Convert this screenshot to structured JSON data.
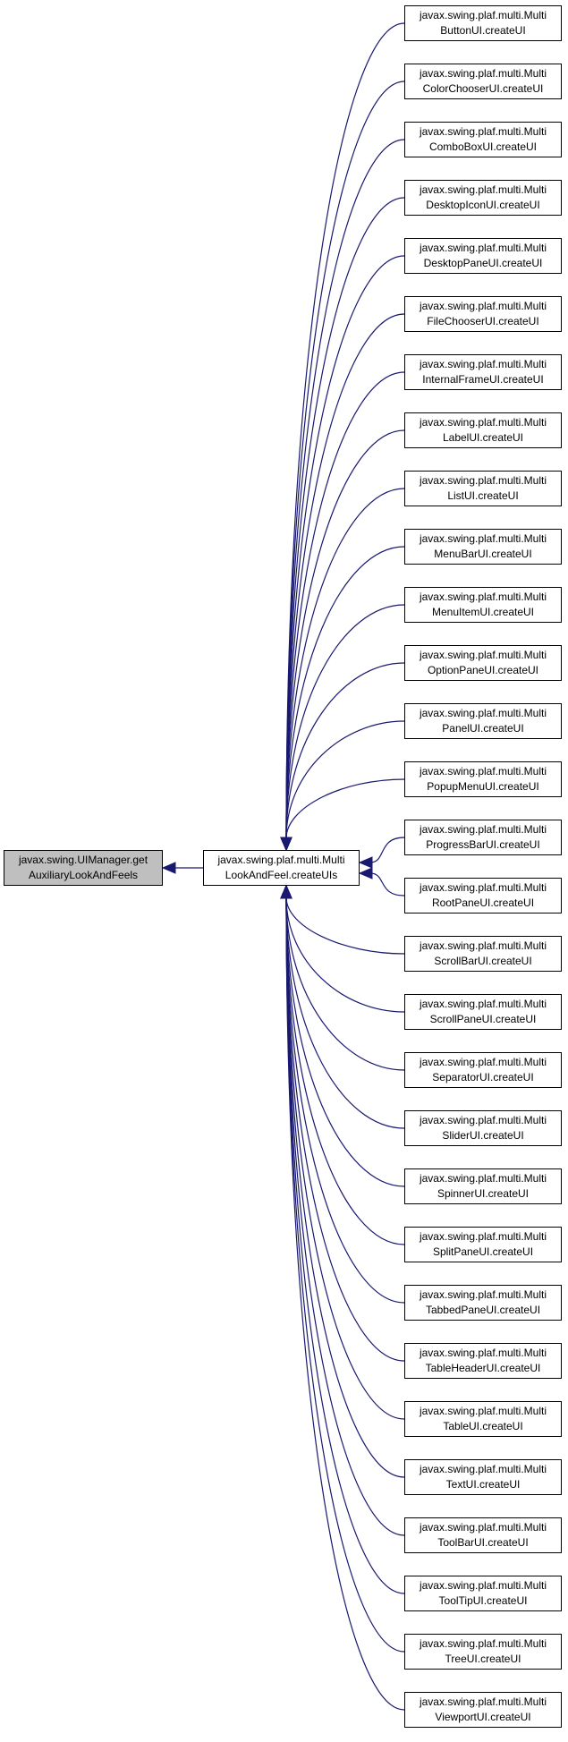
{
  "colors": {
    "edge": "#191970",
    "node_border": "#000000",
    "highlight_fill": "#bfbfbf"
  },
  "graph": {
    "focus": {
      "line1": "javax.swing.UIManager.get",
      "line2": "AuxiliaryLookAndFeels"
    },
    "center": {
      "line1": "javax.swing.plaf.multi.Multi",
      "line2": "LookAndFeel.createUIs"
    },
    "callers": [
      {
        "line1": "javax.swing.plaf.multi.Multi",
        "line2": "ButtonUI.createUI"
      },
      {
        "line1": "javax.swing.plaf.multi.Multi",
        "line2": "ColorChooserUI.createUI"
      },
      {
        "line1": "javax.swing.plaf.multi.Multi",
        "line2": "ComboBoxUI.createUI"
      },
      {
        "line1": "javax.swing.plaf.multi.Multi",
        "line2": "DesktopIconUI.createUI"
      },
      {
        "line1": "javax.swing.plaf.multi.Multi",
        "line2": "DesktopPaneUI.createUI"
      },
      {
        "line1": "javax.swing.plaf.multi.Multi",
        "line2": "FileChooserUI.createUI"
      },
      {
        "line1": "javax.swing.plaf.multi.Multi",
        "line2": "InternalFrameUI.createUI"
      },
      {
        "line1": "javax.swing.plaf.multi.Multi",
        "line2": "LabelUI.createUI"
      },
      {
        "line1": "javax.swing.plaf.multi.Multi",
        "line2": "ListUI.createUI"
      },
      {
        "line1": "javax.swing.plaf.multi.Multi",
        "line2": "MenuBarUI.createUI"
      },
      {
        "line1": "javax.swing.plaf.multi.Multi",
        "line2": "MenuItemUI.createUI"
      },
      {
        "line1": "javax.swing.plaf.multi.Multi",
        "line2": "OptionPaneUI.createUI"
      },
      {
        "line1": "javax.swing.plaf.multi.Multi",
        "line2": "PanelUI.createUI"
      },
      {
        "line1": "javax.swing.plaf.multi.Multi",
        "line2": "PopupMenuUI.createUI"
      },
      {
        "line1": "javax.swing.plaf.multi.Multi",
        "line2": "ProgressBarUI.createUI"
      },
      {
        "line1": "javax.swing.plaf.multi.Multi",
        "line2": "RootPaneUI.createUI"
      },
      {
        "line1": "javax.swing.plaf.multi.Multi",
        "line2": "ScrollBarUI.createUI"
      },
      {
        "line1": "javax.swing.plaf.multi.Multi",
        "line2": "ScrollPaneUI.createUI"
      },
      {
        "line1": "javax.swing.plaf.multi.Multi",
        "line2": "SeparatorUI.createUI"
      },
      {
        "line1": "javax.swing.plaf.multi.Multi",
        "line2": "SliderUI.createUI"
      },
      {
        "line1": "javax.swing.plaf.multi.Multi",
        "line2": "SpinnerUI.createUI"
      },
      {
        "line1": "javax.swing.plaf.multi.Multi",
        "line2": "SplitPaneUI.createUI"
      },
      {
        "line1": "javax.swing.plaf.multi.Multi",
        "line2": "TabbedPaneUI.createUI"
      },
      {
        "line1": "javax.swing.plaf.multi.Multi",
        "line2": "TableHeaderUI.createUI"
      },
      {
        "line1": "javax.swing.plaf.multi.Multi",
        "line2": "TableUI.createUI"
      },
      {
        "line1": "javax.swing.plaf.multi.Multi",
        "line2": "TextUI.createUI"
      },
      {
        "line1": "javax.swing.plaf.multi.Multi",
        "line2": "ToolBarUI.createUI"
      },
      {
        "line1": "javax.swing.plaf.multi.Multi",
        "line2": "ToolTipUI.createUI"
      },
      {
        "line1": "javax.swing.plaf.multi.Multi",
        "line2": "TreeUI.createUI"
      },
      {
        "line1": "javax.swing.plaf.multi.Multi",
        "line2": "ViewportUI.createUI"
      }
    ]
  }
}
